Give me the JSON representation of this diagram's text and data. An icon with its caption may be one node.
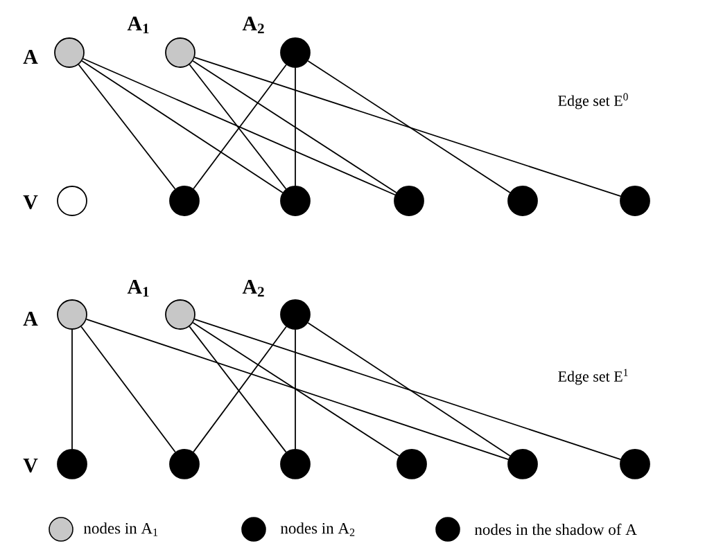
{
  "diagram": {
    "nodes": [
      {
        "text": [],
        "shape": "circle"
      },
      {
        "text": [],
        "shape": "circle"
      },
      {
        "text": [],
        "shape": "circle"
      },
      {
        "text": [],
        "shape": "circle"
      },
      {
        "text": [],
        "shape": "circle"
      },
      {
        "text": [],
        "shape": "circle"
      },
      {
        "text": [],
        "shape": "circle"
      },
      {
        "text": [],
        "shape": "circle"
      },
      {
        "text": [],
        "shape": "circle"
      },
      {
        "text": [],
        "shape": "circle"
      },
      {
        "text": [],
        "shape": "circle"
      },
      {
        "text": [],
        "shape": "circle"
      },
      {
        "text": [],
        "shape": "circle"
      },
      {
        "text": [],
        "shape": "circle"
      },
      {
        "text": [],
        "shape": "circle"
      },
      {
        "text": [],
        "shape": "circle"
      },
      {
        "text": [],
        "shape": "circle"
      },
      {
        "text": [],
        "shape": "circle"
      }
    ],
    "edges": [
      {
        "from": 0,
        "to": 4,
        "arrow": "none"
      },
      {
        "from": 0,
        "to": 5,
        "arrow": "none"
      },
      {
        "from": 0,
        "to": 6,
        "arrow": "none"
      },
      {
        "from": 1,
        "to": 5,
        "arrow": "none"
      },
      {
        "from": 1,
        "to": 6,
        "arrow": "none"
      },
      {
        "from": 1,
        "to": 8,
        "arrow": "none"
      },
      {
        "from": 2,
        "to": 4,
        "arrow": "none"
      },
      {
        "from": 2,
        "to": 5,
        "arrow": "none"
      },
      {
        "from": 2,
        "to": 7,
        "arrow": "none"
      },
      {
        "from": 9,
        "to": 12,
        "arrow": "none"
      },
      {
        "from": 9,
        "to": 13,
        "arrow": "none"
      },
      {
        "from": 9,
        "to": 16,
        "arrow": "none"
      },
      {
        "from": 10,
        "to": 14,
        "arrow": "none"
      },
      {
        "from": 10,
        "to": 15,
        "arrow": "none"
      },
      {
        "from": 10,
        "to": 17,
        "arrow": "none"
      },
      {
        "from": 11,
        "to": 13,
        "arrow": "none"
      },
      {
        "from": 11,
        "to": 14,
        "arrow": "none"
      },
      {
        "from": 11,
        "to": 16,
        "arrow": "none"
      }
    ],
    "labels": [
      "A$_{1}$",
      "A$_{2}$",
      "A",
      "Edge set E$^{0}$",
      "V",
      "A$_{1}$",
      "A$_{2}$",
      "A",
      "Edge set E$^{1}$",
      "V"
    ],
    "legend": [
      {
        "text": "nodes in A$_{1}$",
        "color": "#c8c8c8"
      },
      {
        "text": "nodes in A$_{2}$",
        "color": "#000000"
      },
      {
        "text": "nodes in the shadow of A",
        "color": "#000000"
      }
    ]
  }
}
